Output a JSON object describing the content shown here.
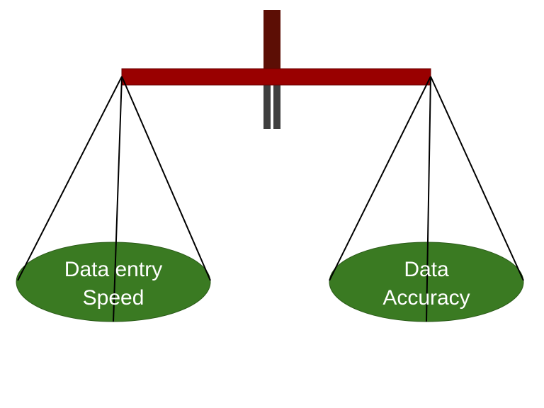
{
  "colors": {
    "beam": "#990000",
    "post_top": "#5c0e05",
    "post_bottom": "#3f3f3f",
    "pan": "#3a7a22",
    "string": "#000000",
    "label": "#ffffff"
  },
  "pans": {
    "left": {
      "line1": "Data entry",
      "line2": "Speed"
    },
    "right": {
      "line1": "Data",
      "line2": "Accuracy"
    }
  }
}
